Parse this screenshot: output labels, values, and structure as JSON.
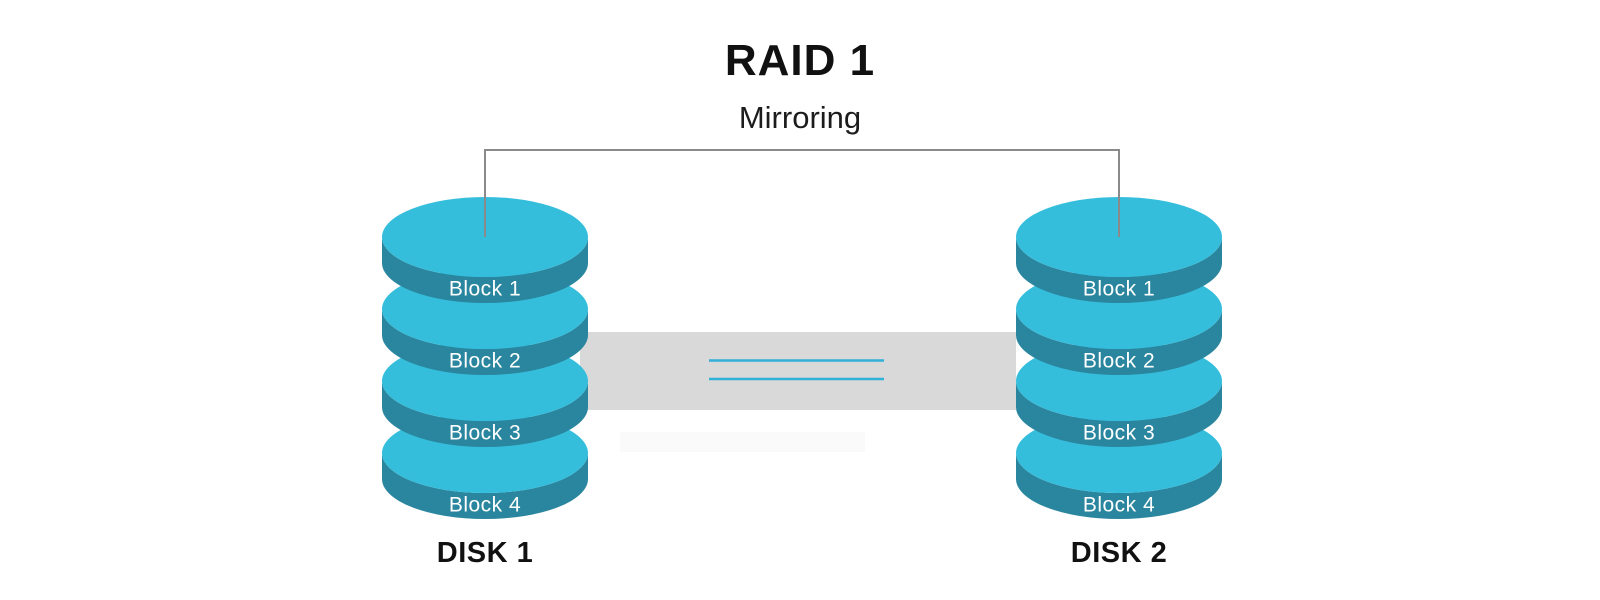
{
  "title": "RAID 1",
  "subtitle": "Mirroring",
  "disks": [
    {
      "name": "DISK 1",
      "blocks": [
        "Block 1",
        "Block 2",
        "Block 3",
        "Block 4"
      ]
    },
    {
      "name": "DISK 2",
      "blocks": [
        "Block 1",
        "Block 2",
        "Block 3",
        "Block 4"
      ]
    }
  ],
  "colors": {
    "disk_top": "#35bedc",
    "disk_side": "#2a869e",
    "band": "#d9d9d9",
    "band_shadow": "#fafafa",
    "connector": "#8a8a8a",
    "data_line": "#31b0d8"
  }
}
